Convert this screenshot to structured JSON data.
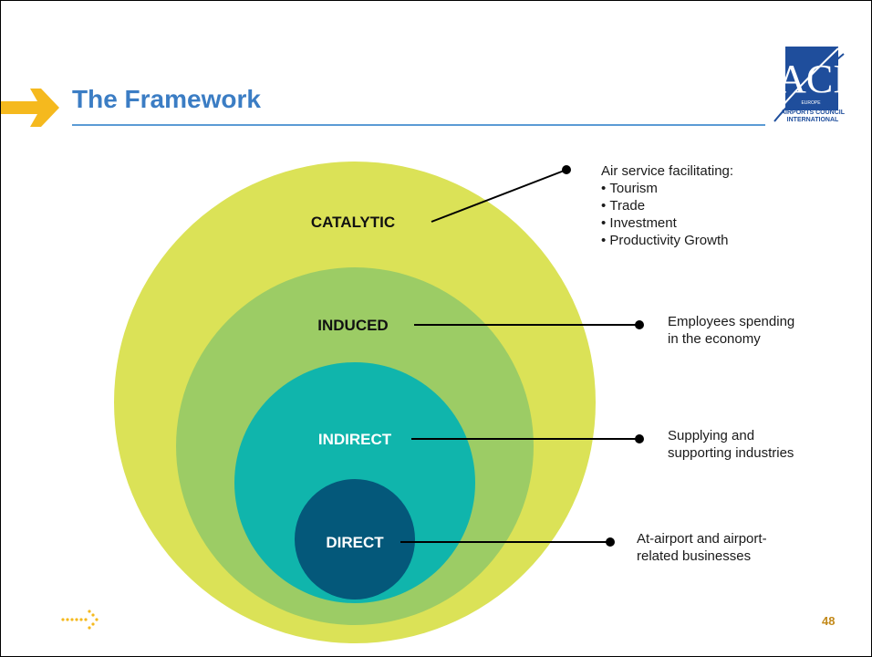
{
  "slide": {
    "title": "The Framework",
    "page_number": "48"
  },
  "logo": {
    "letters": "ACI",
    "europe": "EUROPE",
    "org_name_line1": "AIRPORTS COUNCIL",
    "org_name_line2": "INTERNATIONAL"
  },
  "rings": [
    {
      "label": "CATALYTIC",
      "color": "#dbe257"
    },
    {
      "label": "INDUCED",
      "color": "#9ccc65"
    },
    {
      "label": "INDIRECT",
      "color": "#10b5ac"
    },
    {
      "label": "DIRECT",
      "color": "#04587a"
    }
  ],
  "descriptions": {
    "catalytic": {
      "heading": "Air service facilitating:",
      "items": [
        "Tourism",
        "Trade",
        "Investment",
        "Productivity Growth"
      ]
    },
    "induced": {
      "line1": "Employees spending",
      "line2": "in the economy"
    },
    "indirect": {
      "line1": "Supplying and",
      "line2": "supporting industries"
    },
    "direct": {
      "line1": "At-airport and airport-",
      "line2": "related businesses"
    }
  },
  "colors": {
    "title": "#3b7dc4",
    "accent_arrow": "#f5b91e",
    "page_number": "#c38a1b"
  },
  "icons": [
    "arrow-right-icon",
    "dotted-arrow-icon"
  ]
}
